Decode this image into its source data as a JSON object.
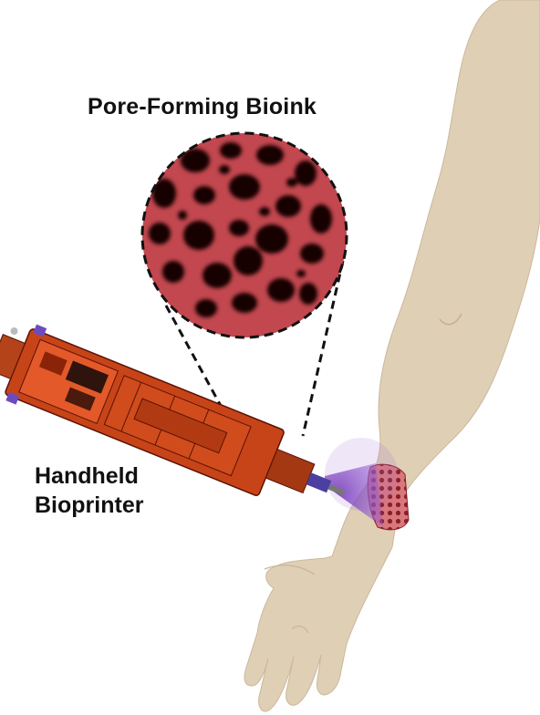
{
  "title": "Pore-Forming Bioink",
  "printer_label": {
    "line1": "Handheld",
    "line2": "Bioprinter"
  },
  "colors": {
    "skin": "#dfcfb5",
    "skin_shadow": "#c9b69a",
    "bioink": "#c2474e",
    "pore": "#130606",
    "printer_body": "#c74418",
    "printer_dark": "#5a1206",
    "uv_light": "#8a4fc6",
    "scaffold": "#c4555b"
  },
  "icons": [
    "arm-illustration",
    "handheld-printer-icon",
    "magnified-bioink-circle",
    "uv-light-cone",
    "printed-scaffold"
  ]
}
